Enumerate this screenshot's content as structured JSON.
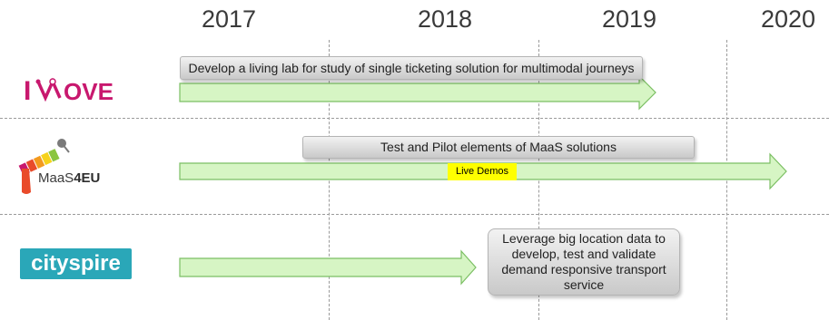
{
  "timeline": {
    "years": [
      "2017",
      "2018",
      "2019",
      "2020"
    ]
  },
  "projects": [
    {
      "logo": "INOVE",
      "description": "Develop a living lab for study of single ticketing solution for multimodal journeys"
    },
    {
      "logo": "MaaS4EU",
      "logo_parts": [
        "MaaS",
        "4EU"
      ],
      "description": "Test and Pilot elements of MaaS solutions",
      "badge": "Live Demos"
    },
    {
      "logo": "cityspire",
      "description": "Leverage big location data to develop, test and validate demand responsive transport service"
    }
  ],
  "colors": {
    "arrow_fill": "#d6f5c4",
    "arrow_stroke": "#7bbf63",
    "inove_logo": "#c8186e",
    "maas_logo": "#3b3b3b",
    "cityspire_bg": "#2aa7b8",
    "badge": "#ffff00"
  }
}
